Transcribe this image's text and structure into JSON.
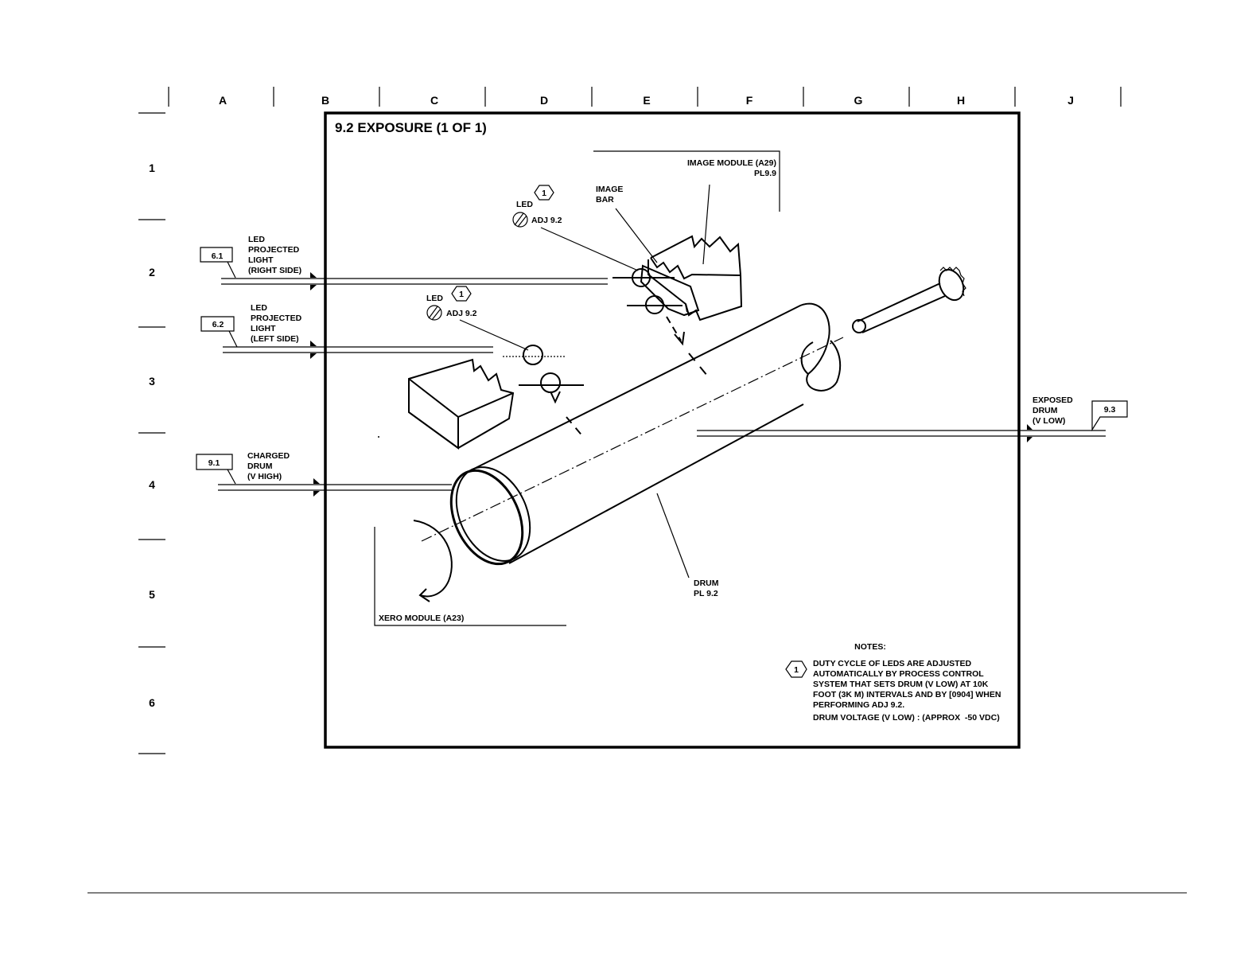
{
  "diagram": {
    "title": "9.2 EXPOSURE (1 OF 1)",
    "column_labels": [
      "A",
      "B",
      "C",
      "D",
      "E",
      "F",
      "G",
      "H",
      "J"
    ],
    "row_labels": [
      "1",
      "2",
      "3",
      "4",
      "5",
      "6"
    ]
  },
  "inputs": [
    {
      "ref": "6.1",
      "lines": [
        "LED",
        "PROJECTED",
        "LIGHT",
        "(RIGHT SIDE)"
      ]
    },
    {
      "ref": "6.2",
      "lines": [
        "LED",
        "PROJECTED",
        "LIGHT",
        "(LEFT SIDE)"
      ]
    },
    {
      "ref": "9.1",
      "lines": [
        "CHARGED",
        "DRUM",
        "(V HIGH)"
      ]
    }
  ],
  "output": {
    "ref": "9.3",
    "lines": [
      "EXPOSED",
      "DRUM",
      "(V LOW)"
    ]
  },
  "components": {
    "image_module": [
      "IMAGE MODULE (A29)",
      "PL9.9"
    ],
    "image_bar": [
      "IMAGE",
      "BAR"
    ],
    "led_upper": {
      "label": "LED",
      "note_ref": "1",
      "adj": "ADJ 9.2"
    },
    "led_lower": {
      "label": "LED",
      "note_ref": "1",
      "adj": "ADJ 9.2"
    },
    "drum": [
      "DRUM",
      "PL 9.2"
    ],
    "xero_module": "XERO MODULE (A23)"
  },
  "notes": {
    "heading": "NOTES:",
    "note_ref": "1",
    "note_lines": [
      "DUTY CYCLE OF LEDS ARE ADJUSTED",
      "AUTOMATICALLY BY PROCESS CONTROL",
      "SYSTEM THAT SETS DRUM (V LOW) AT 10K",
      "FOOT (3K M) INTERVALS AND BY [0904] WHEN",
      "PERFORMING ADJ 9.2."
    ],
    "voltage": "DRUM VOLTAGE (V LOW) : (APPROX  -50 VDC)"
  }
}
